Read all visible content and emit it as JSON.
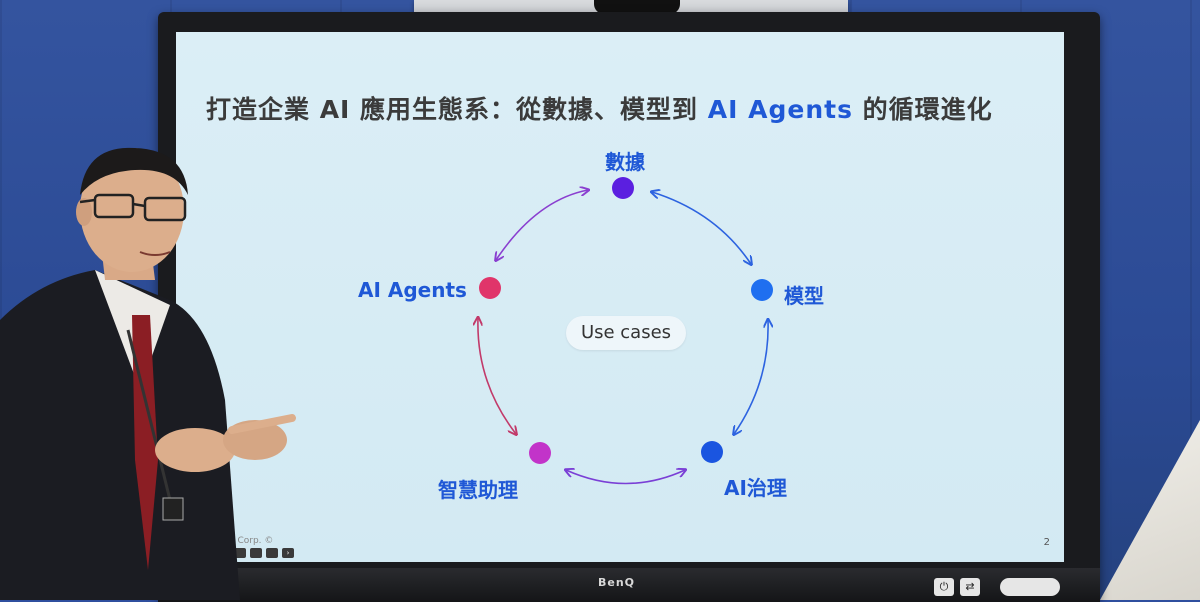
{
  "slide": {
    "title_part1": "打造企業 AI 應用生態系：從數據、模型到 ",
    "title_accent": "AI Agents",
    "title_part2": " 的循環進化",
    "center_label": "Use cases",
    "slide_number": "2",
    "copyright": "IBM Corp. ©",
    "nodes": [
      {
        "label": "數據",
        "color": "#5b1fe0"
      },
      {
        "label": "模型",
        "color": "#1f6ff0"
      },
      {
        "label": "AI治理",
        "color": "#1a55e0"
      },
      {
        "label": "智慧助理",
        "color": "#c234c9"
      },
      {
        "label": "AI Agents",
        "color": "#e0356a"
      }
    ]
  },
  "monitor": {
    "brand": "BenQ"
  },
  "colors": {
    "accent": "#1f58d6",
    "screen_bg": "#d7ecf5",
    "wall": "#2f4f9e"
  }
}
